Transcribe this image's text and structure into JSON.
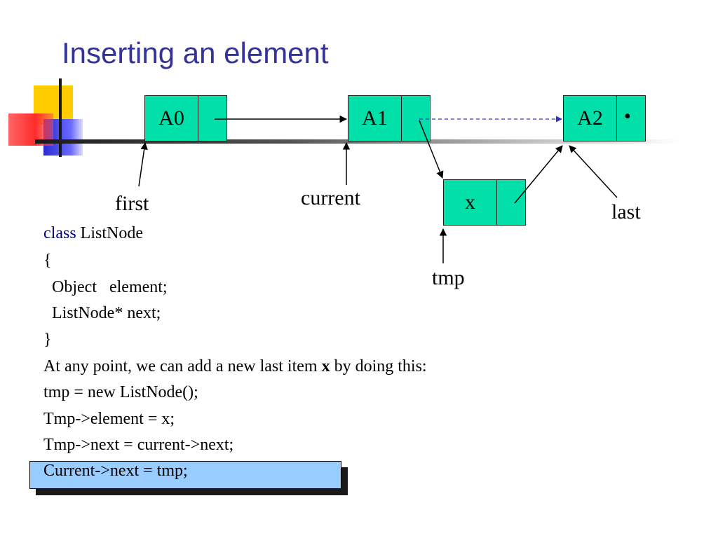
{
  "slide": {
    "title": "Inserting an element"
  },
  "diagram": {
    "nodes": [
      {
        "id": "A0",
        "label": "A0"
      },
      {
        "id": "A1",
        "label": "A1"
      },
      {
        "id": "A2",
        "label": "A2"
      },
      {
        "id": "x",
        "label": "x"
      }
    ],
    "pointer_labels": {
      "first": "first",
      "current": "current",
      "last": "last",
      "tmp": "tmp"
    },
    "null_marker": "•",
    "colors": {
      "node_fill": "#00e0a8",
      "new_link": "#3333cc",
      "title": "#333399",
      "highlight": "#99ccff"
    }
  },
  "code": {
    "line1_keyword": "class",
    "line1_rest": " ListNode",
    "line2": "{",
    "line3": "  Object   element;",
    "line4": "  ListNode* next;",
    "line5": "}",
    "line6_before": "At any point, we can add a new last item ",
    "line6_bold": "x",
    "line6_after": " by doing this:",
    "line7": "tmp = new ListNode();",
    "line8": "Tmp->element = x;",
    "line9": "Tmp->next = current->next;",
    "line10": "Current->next = tmp;"
  }
}
